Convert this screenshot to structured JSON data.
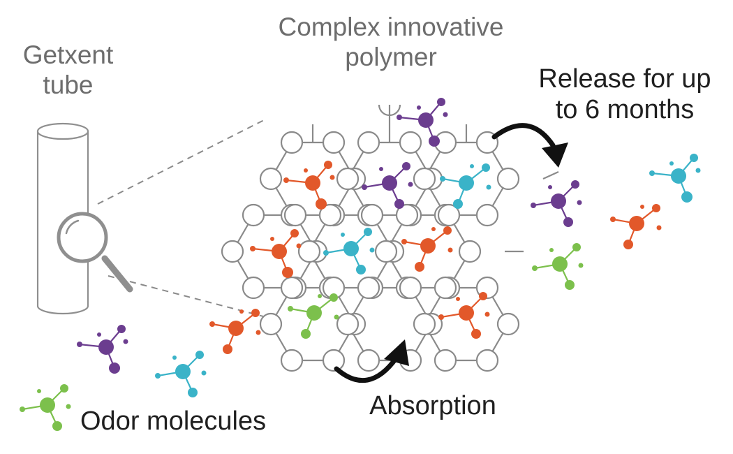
{
  "labels": {
    "polymer_line1": "Complex innovative",
    "polymer_line2": "polymer",
    "tube_line1": "Getxent",
    "tube_line2": "tube",
    "release_line1": "Release for up",
    "release_line2": "to 6 months",
    "absorption": "Absorption",
    "odor": "Odor molecules"
  },
  "colors": {
    "orange": "#e2582a",
    "purple": "#6b3d8f",
    "cyan": "#3ab3c8",
    "green": "#7cc04c",
    "lattice": "#8a8a8a",
    "tube": "#8f8f8f",
    "arrow": "#111111",
    "text_gray": "#6d6d6d",
    "text_dark": "#1f1f1f"
  },
  "icons": {
    "tube": "cylinder-tube-icon",
    "magnifier": "magnifying-glass-icon",
    "molecule": "odor-molecule-icon",
    "arrow": "curved-arrow-icon"
  }
}
